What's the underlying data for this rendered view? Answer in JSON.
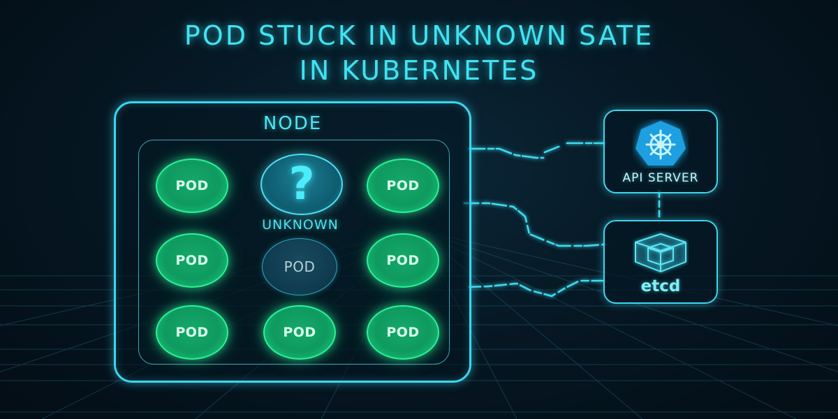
{
  "title": {
    "line1": "POD STUCK IN UNKNOWN SATE",
    "line2": "IN KUBERNETES"
  },
  "node": {
    "label": "NODE",
    "pods": [
      {
        "label": "POD",
        "status": "running",
        "row": 1,
        "col": 1
      },
      {
        "label": "?",
        "status": "unknown",
        "row": 1,
        "col": 2,
        "caption": "UNKNOWN"
      },
      {
        "label": "POD",
        "status": "running",
        "row": 1,
        "col": 3
      },
      {
        "label": "POD",
        "status": "running",
        "row": 2,
        "col": 1
      },
      {
        "label": "POD",
        "status": "dimmed",
        "row": 2,
        "col": 2
      },
      {
        "label": "POD",
        "status": "running",
        "row": 2,
        "col": 3
      },
      {
        "label": "POD",
        "status": "running",
        "row": 3,
        "col": 1
      },
      {
        "label": "POD",
        "status": "running",
        "row": 3,
        "col": 2
      },
      {
        "label": "POD",
        "status": "running",
        "row": 3,
        "col": 3
      }
    ]
  },
  "api_server": {
    "label": "API SERVER",
    "icon": "kubernetes-helm-wheel-icon"
  },
  "etcd": {
    "label": "etcd",
    "icon": "cube-icon"
  },
  "colors": {
    "accent_cyan": "#3cd6ee",
    "pod_green": "#2bf29a",
    "background": "#061824",
    "k8s_blue": "#1e9fe0"
  }
}
